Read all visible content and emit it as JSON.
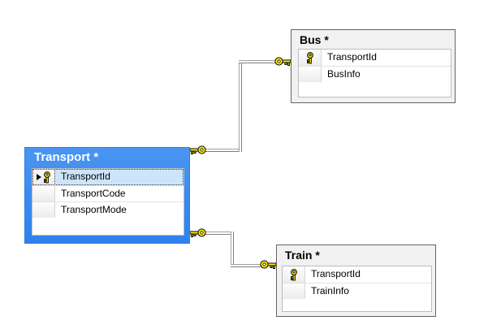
{
  "diagram": {
    "tables": {
      "transport": {
        "title": "Transport *",
        "selected": true,
        "columns": [
          {
            "name": "TransportId",
            "primary_key": true,
            "selected": true
          },
          {
            "name": "TransportCode",
            "primary_key": false,
            "selected": false
          },
          {
            "name": "TransportMode",
            "primary_key": false,
            "selected": false
          }
        ]
      },
      "bus": {
        "title": "Bus *",
        "selected": false,
        "columns": [
          {
            "name": "TransportId",
            "primary_key": true,
            "selected": false
          },
          {
            "name": "BusInfo",
            "primary_key": false,
            "selected": false
          }
        ]
      },
      "train": {
        "title": "Train *",
        "selected": false,
        "columns": [
          {
            "name": "TransportId",
            "primary_key": true,
            "selected": false
          },
          {
            "name": "TrainInfo",
            "primary_key": false,
            "selected": false
          }
        ]
      }
    },
    "relationships": [
      {
        "from_table": "Transport",
        "to_table": "Bus",
        "cardinality": "one-to-one",
        "end_markers": "key / key"
      },
      {
        "from_table": "Transport",
        "to_table": "Train",
        "cardinality": "one-to-one",
        "end_markers": "key / key"
      }
    ],
    "colors": {
      "selected_header_blue": "#3389f5",
      "selected_row_blue": "#cde5fb",
      "table_fill_gray": "#f1f1f1",
      "table_border_gray": "#636363",
      "key_icon_yellow": "#ffee00",
      "connector_gray": "#909090"
    }
  }
}
